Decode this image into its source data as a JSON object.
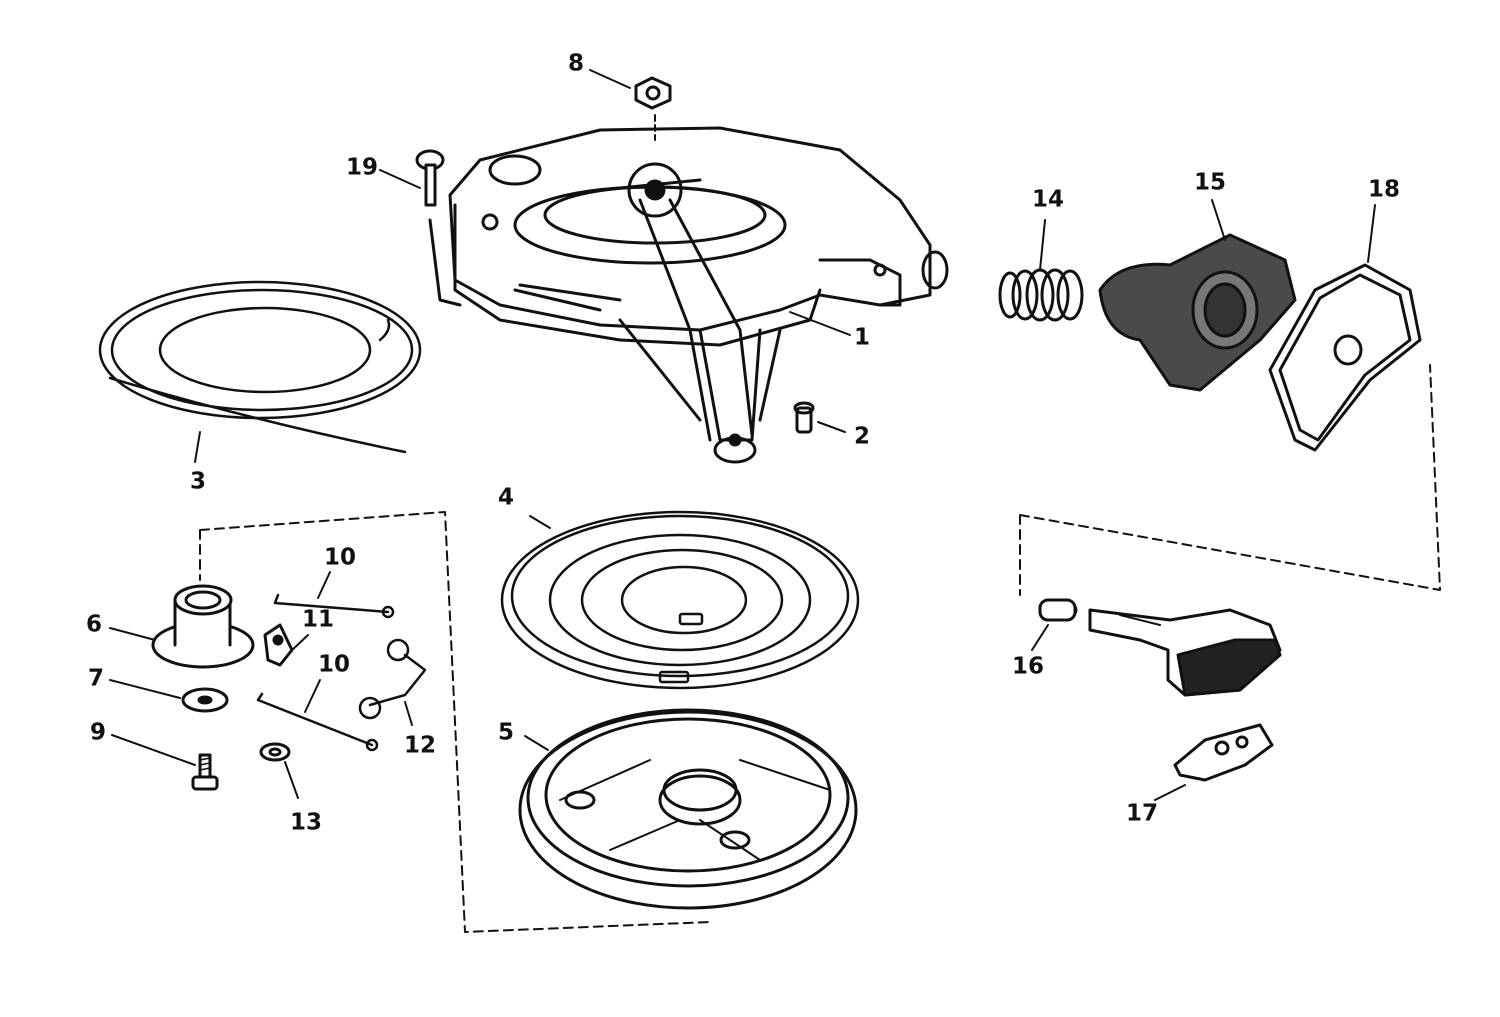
{
  "colors": {
    "ink": "#111111",
    "paper": "#ffffff",
    "shade": "#4a4a4a",
    "dark": "#222222"
  },
  "callouts": {
    "c1": "1",
    "c2": "2",
    "c3": "3",
    "c4": "4",
    "c5": "5",
    "c6": "6",
    "c7": "7",
    "c8": "8",
    "c9": "9",
    "c10a": "10",
    "c10b": "10",
    "c11": "11",
    "c12": "12",
    "c13": "13",
    "c14": "14",
    "c15": "15",
    "c16": "16",
    "c17": "17",
    "c18": "18",
    "c19": "19"
  }
}
